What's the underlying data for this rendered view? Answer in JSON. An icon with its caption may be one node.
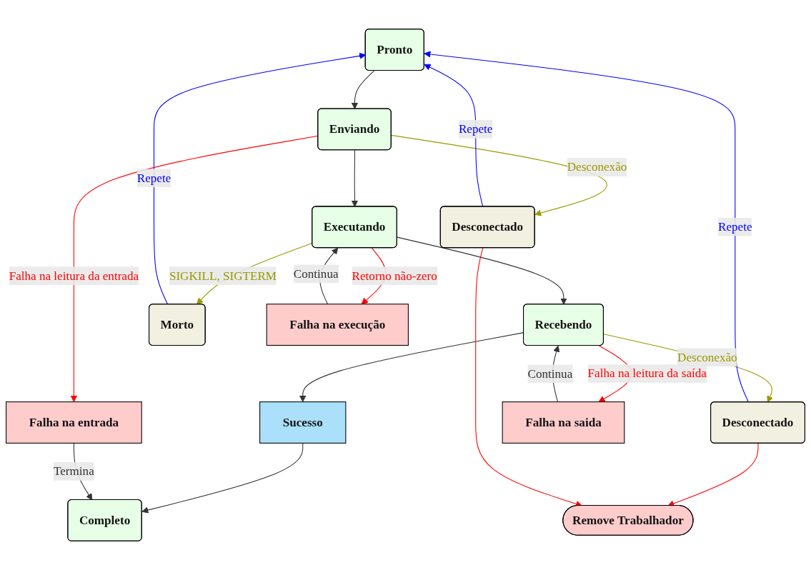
{
  "diagram": {
    "nodes": [
      {
        "text": [
          "Pronto"
        ]
      },
      {
        "text": [
          "Enviando"
        ]
      },
      {
        "text": [
          "Executando"
        ]
      },
      {
        "text": [
          "Recebendo"
        ]
      },
      {
        "text": [
          "Sucesso"
        ]
      },
      {
        "text": [
          "Completo"
        ]
      },
      {
        "text": [
          "Desconectado"
        ]
      },
      {
        "text": [
          "Morto"
        ]
      },
      {
        "text": [
          "Desconectado"
        ]
      },
      {
        "text": [
          "Remove Trabalhador"
        ]
      },
      {
        "text": [
          "Falha na entrada"
        ]
      },
      {
        "text": [
          "Falha na execução"
        ]
      },
      {
        "text": [
          "Falha na saida"
        ]
      }
    ],
    "edges": [
      {
        "from": 0,
        "to": 1,
        "arrow": "to"
      },
      {
        "from": 1,
        "to": 2,
        "arrow": "to"
      },
      {
        "from": 2,
        "to": 3,
        "arrow": "to"
      },
      {
        "from": 3,
        "to": 4,
        "arrow": "to"
      },
      {
        "from": 4,
        "to": 5,
        "arrow": "to"
      },
      {
        "from": 1,
        "to": 6,
        "arrow": "to",
        "label": "Desconexão",
        "color": "#999900"
      },
      {
        "from": 2,
        "to": 7,
        "arrow": "to",
        "label": "SIGKILL, SIGTERM",
        "color": "#999900"
      },
      {
        "from": 3,
        "to": 8,
        "arrow": "to",
        "label": "Desconexão",
        "color": "#999900"
      },
      {
        "from": 6,
        "to": 0,
        "arrow": "to",
        "label": "Repete",
        "color": "#0000ff"
      },
      {
        "from": 7,
        "to": 0,
        "arrow": "to",
        "label": "Repete",
        "color": "#0000ff"
      },
      {
        "from": 8,
        "to": 0,
        "arrow": "to",
        "label": "Repete",
        "color": "#0000ff"
      },
      {
        "from": 1,
        "to": 10,
        "arrow": "to",
        "label": "Falha na leitura da entrada",
        "color": "#ff0000"
      },
      {
        "from": 2,
        "to": 11,
        "arrow": "to",
        "label": "Retorno não-zero",
        "color": "#ff0000"
      },
      {
        "from": 11,
        "to": 2,
        "arrow": "to",
        "label": "Continua"
      },
      {
        "from": 3,
        "to": 12,
        "arrow": "to",
        "label": "Falha na leitura da saída",
        "color": "#ff0000"
      },
      {
        "from": 12,
        "to": 3,
        "arrow": "to",
        "label": "Continua"
      },
      {
        "from": 8,
        "to": 9,
        "arrow": "to",
        "color": "#ff0000"
      },
      {
        "from": 6,
        "to": 9,
        "arrow": "to",
        "color": "#ff0000"
      },
      {
        "from": 10,
        "to": 5,
        "arrow": "to",
        "label": "Termina"
      }
    ]
  }
}
